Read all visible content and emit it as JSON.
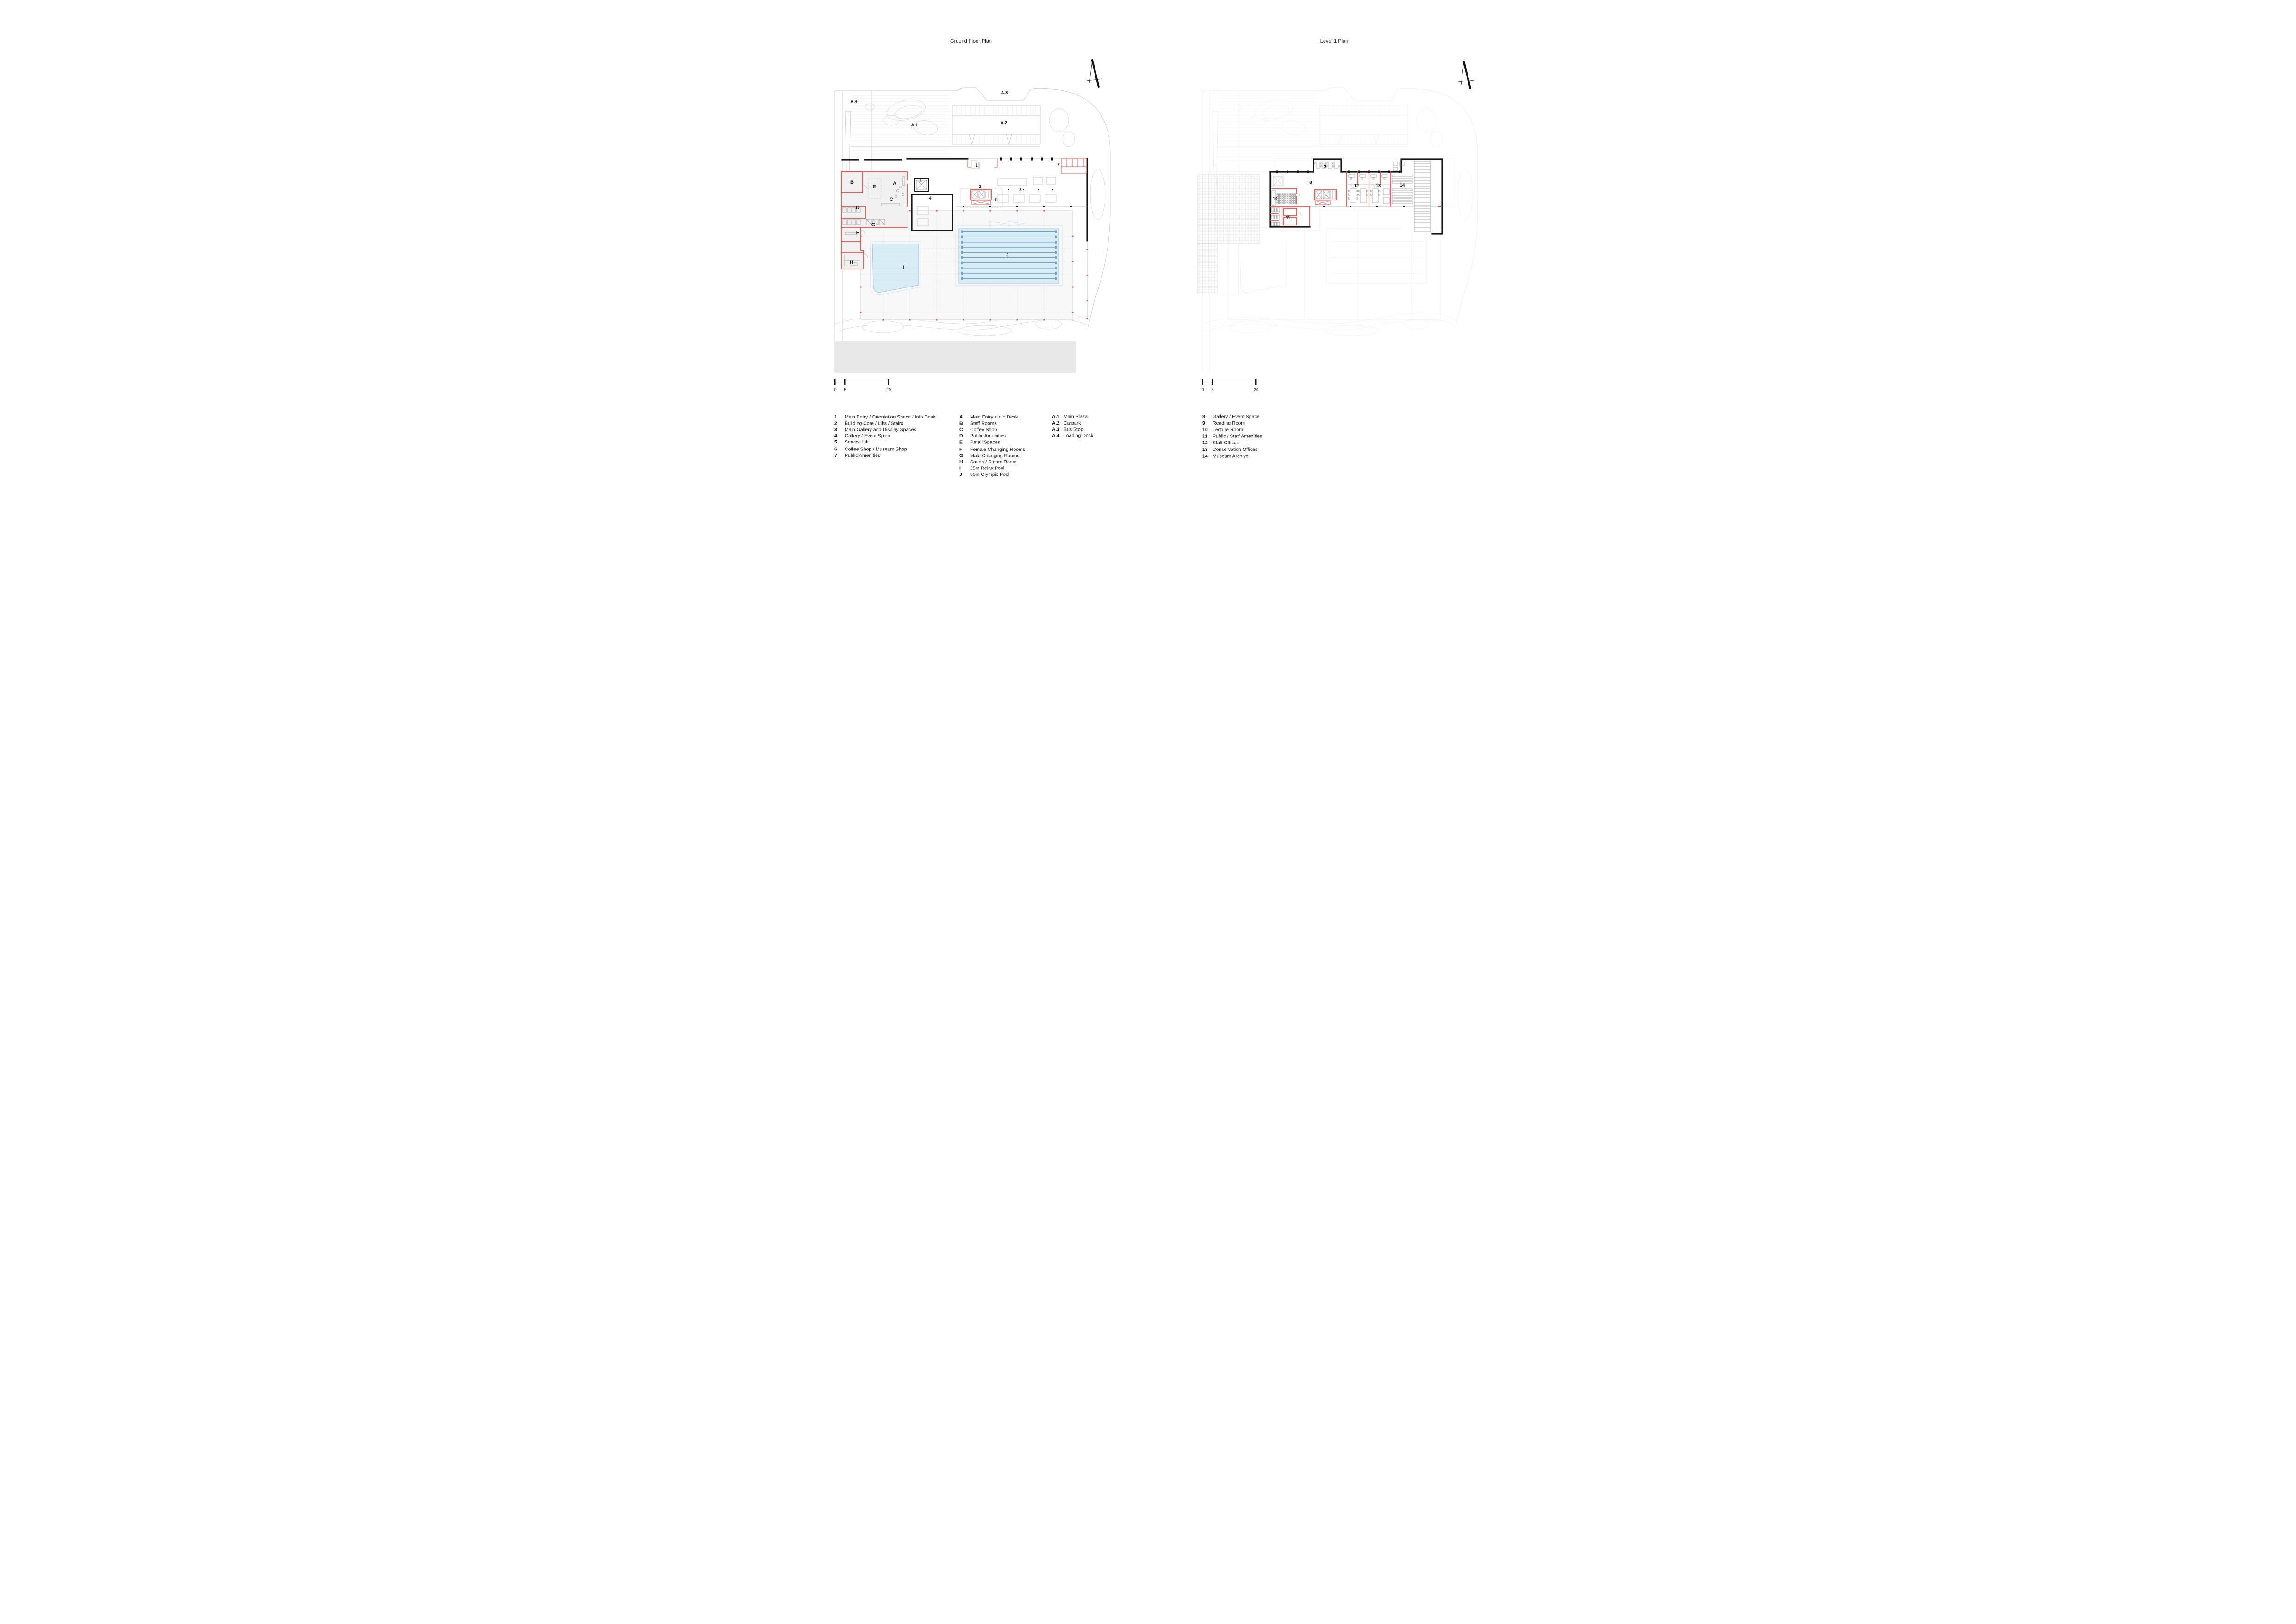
{
  "titles": {
    "ground": "Ground Floor Plan",
    "level1": "Level 1 Plan"
  },
  "scalebar": {
    "zero": "0",
    "five": "5",
    "twenty": "20"
  },
  "legend": {
    "ground": [
      {
        "key": "1",
        "label": "Main Entry / Orientation Space / Info Desk"
      },
      {
        "key": "2",
        "label": "Building Core / Lifts / Stairs"
      },
      {
        "key": "3",
        "label": "Main Gallery and Display Spaces"
      },
      {
        "key": "4",
        "label": "Gallery / Event Space"
      },
      {
        "key": "5",
        "label": "Service Lift"
      },
      {
        "key": "6",
        "label": "Coffee Shop / Museum Shop"
      },
      {
        "key": "7",
        "label": "Public Amenities"
      }
    ],
    "letters": [
      {
        "key": "A",
        "label": "Main Entry / Info Desk"
      },
      {
        "key": "B",
        "label": "Staff Rooms"
      },
      {
        "key": "C",
        "label": "Coffee Shop"
      },
      {
        "key": "D",
        "label": "Public Amenities"
      },
      {
        "key": "E",
        "label": "Retail Spaces"
      },
      {
        "key": "F",
        "label": "Female Changing Rooms"
      },
      {
        "key": "G",
        "label": "Male Changing Rooms"
      },
      {
        "key": "H",
        "label": "Sauna / Steam Room"
      },
      {
        "key": "I",
        "label": "25m Relax Pool"
      },
      {
        "key": "J",
        "label": "50m Olympic Pool"
      }
    ],
    "site": [
      {
        "key": "A.1",
        "label": "Main Plaza"
      },
      {
        "key": "A.2",
        "label": "Carpark"
      },
      {
        "key": "A.3",
        "label": "Bus Stop"
      },
      {
        "key": "A.4",
        "label": "Loading Dock"
      }
    ],
    "level1": [
      {
        "key": "8",
        "label": "Gallery / Event Space"
      },
      {
        "key": "9",
        "label": "Reading Room"
      },
      {
        "key": "10",
        "label": "Lecture Room"
      },
      {
        "key": "11",
        "label": "Public / Staff Amenities"
      },
      {
        "key": "12",
        "label": "Staff Offices"
      },
      {
        "key": "13",
        "label": "Conservation Offices"
      },
      {
        "key": "14",
        "label": "Museum Archive"
      }
    ]
  },
  "plan_labels": {
    "ground": {
      "a4": "A.4",
      "a1": "A.1",
      "a3": "A.3",
      "a2": "A.2",
      "n1": "1",
      "n2": "2",
      "n3": "3",
      "n4": "4",
      "n5": "5",
      "n6": "6",
      "n7": "7",
      "A": "A",
      "B": "B",
      "C": "C",
      "D": "D",
      "E": "E",
      "F": "F",
      "G": "G",
      "H": "H",
      "I": "I",
      "J": "J"
    },
    "level1": {
      "n8": "8",
      "n9": "9",
      "n10": "10",
      "n11": "11",
      "n12": "12",
      "n13": "13",
      "n14": "14"
    }
  },
  "colors": {
    "highlight_red": "#e8514c",
    "pool_blue": "#d9edf6",
    "wall_black": "#151515"
  }
}
